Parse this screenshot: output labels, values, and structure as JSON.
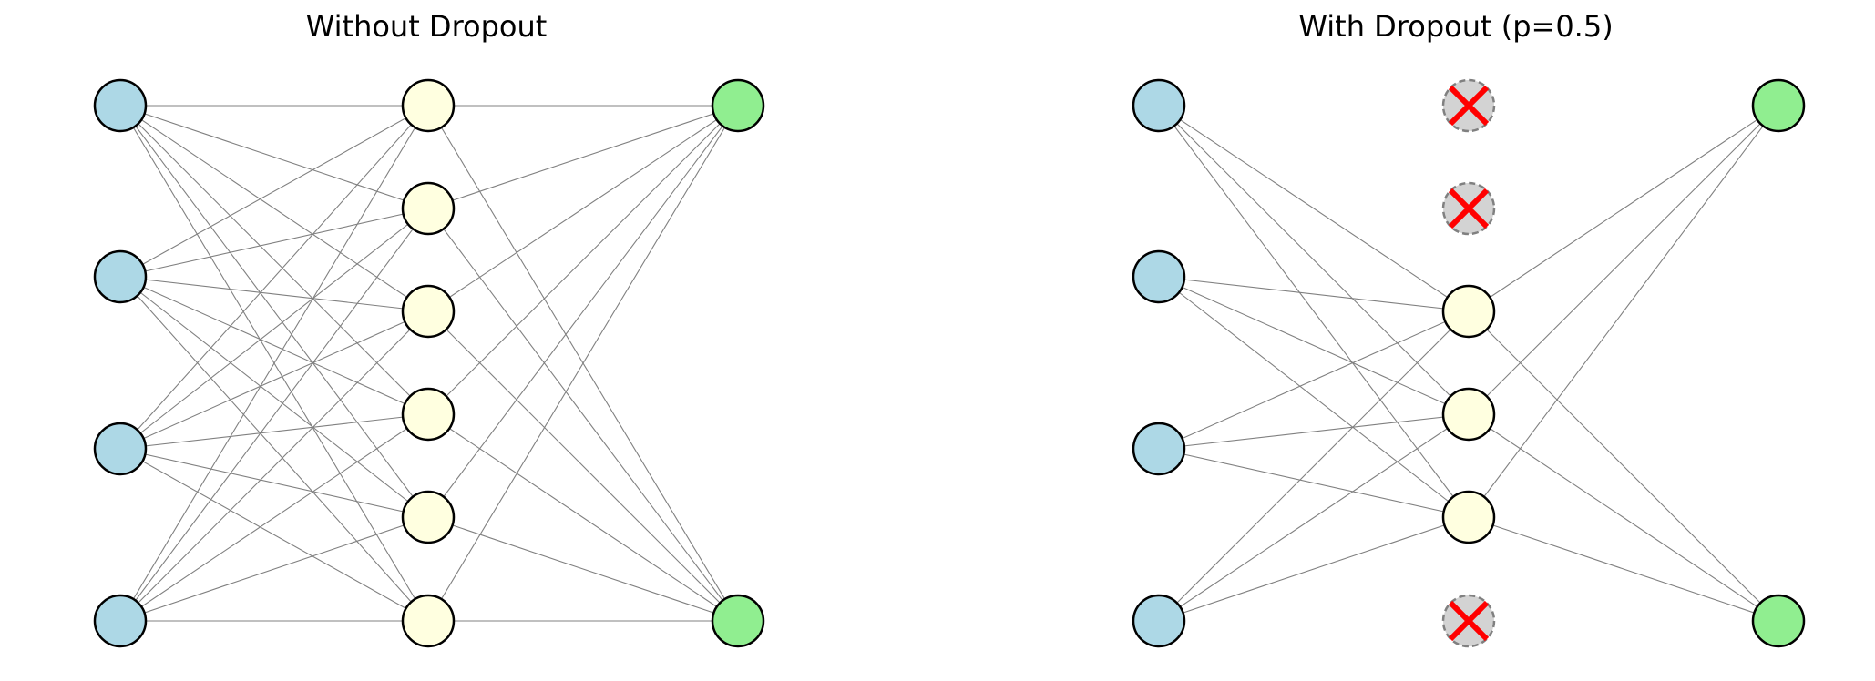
{
  "panels": [
    {
      "title": "Without Dropout",
      "layers": [
        {
          "role": "input",
          "nodes": 4,
          "fill": "#add8e6"
        },
        {
          "role": "hidden",
          "nodes": 6,
          "fill": "#ffffe0"
        },
        {
          "role": "output",
          "nodes": 2,
          "fill": "#90ee90"
        }
      ],
      "dropped_hidden": []
    },
    {
      "title": "With Dropout (p=0.5)",
      "layers": [
        {
          "role": "input",
          "nodes": 4,
          "fill": "#add8e6"
        },
        {
          "role": "hidden",
          "nodes": 6,
          "fill": "#ffffe0"
        },
        {
          "role": "output",
          "nodes": 2,
          "fill": "#90ee90"
        }
      ],
      "dropped_hidden": [
        0,
        1,
        5
      ]
    }
  ],
  "colors": {
    "edge": "#808080",
    "node_stroke": "#000000",
    "dropped_fill": "#d3d3d3",
    "dropped_stroke": "#808080",
    "cross": "#ff0000"
  },
  "icons": {
    "dropped_marker": "x-cross-icon"
  }
}
